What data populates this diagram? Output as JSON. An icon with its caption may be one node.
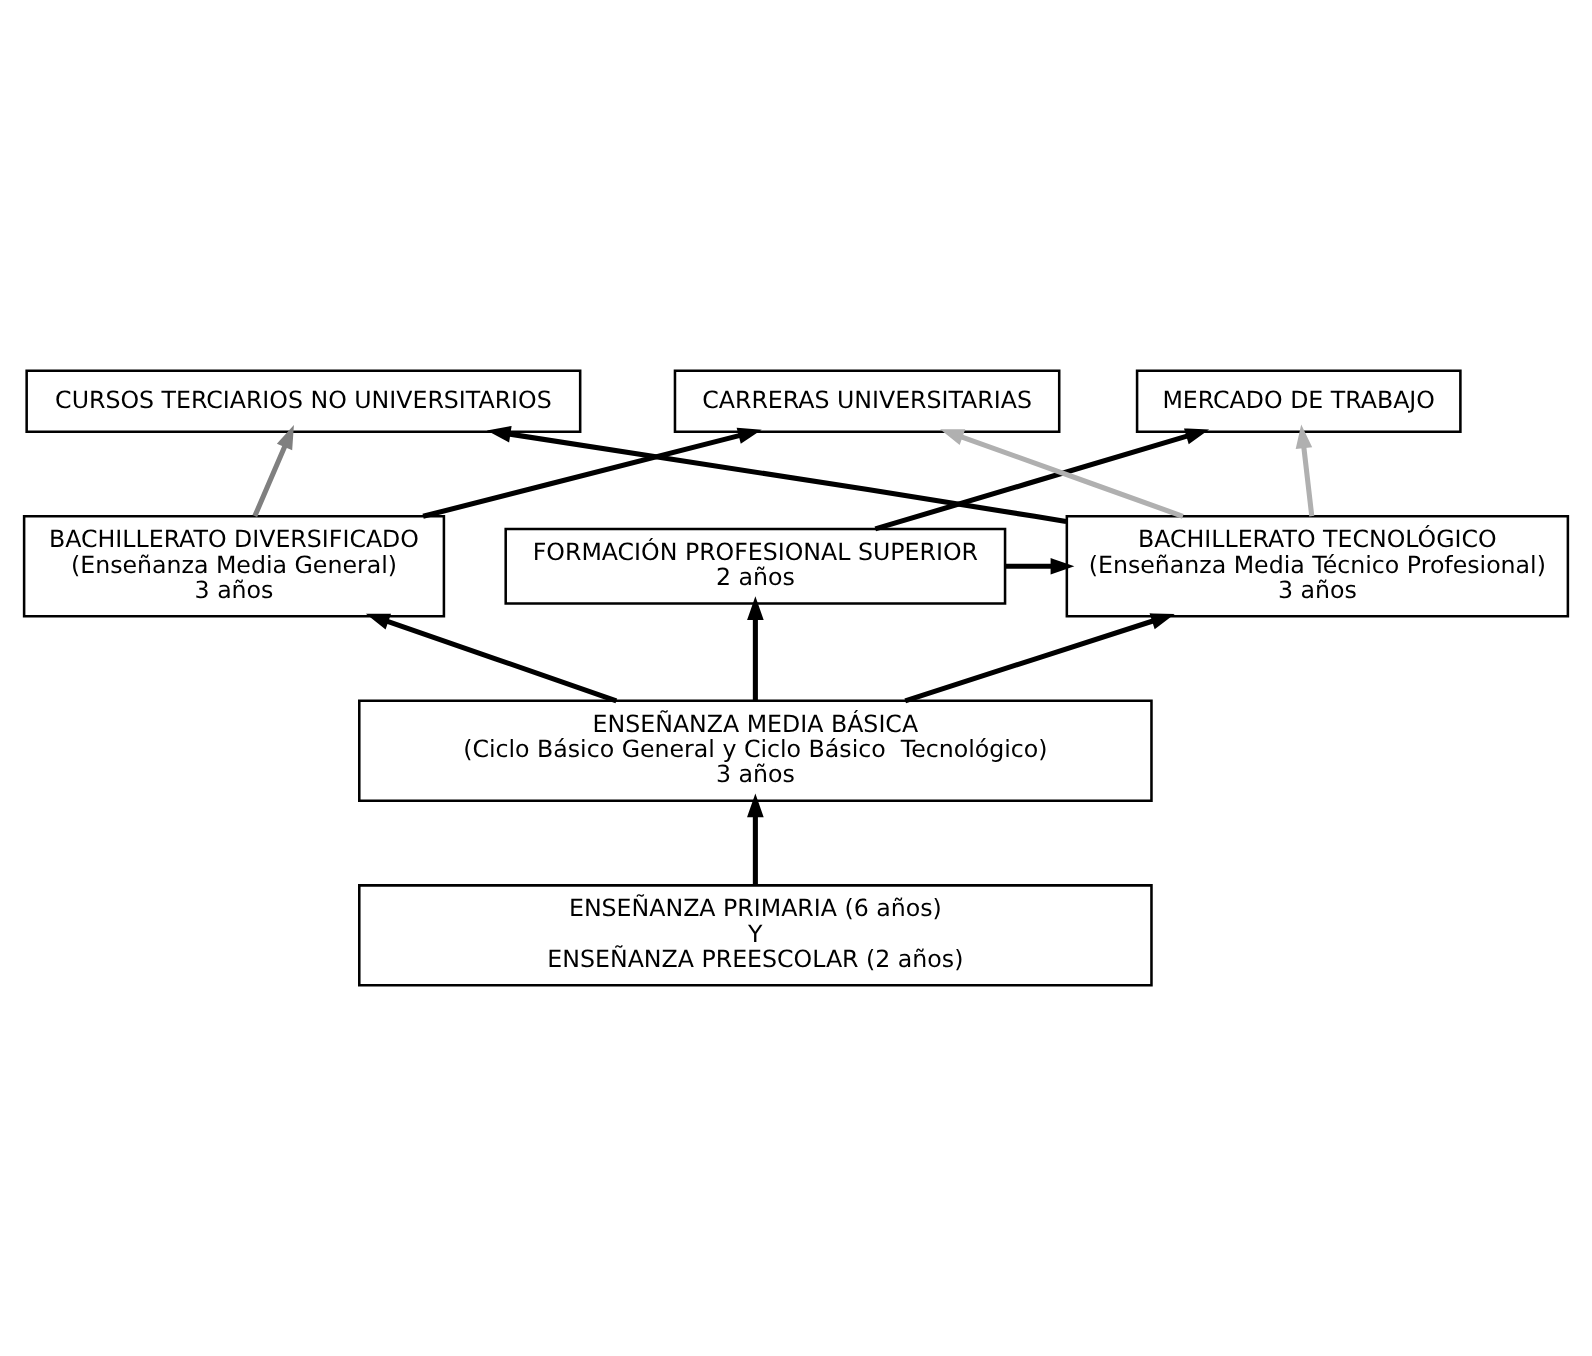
{
  "diagram": {
    "nodes": [
      {
        "text": [
          "CARRERAS UNIVERSITARIAS"
        ]
      },
      {
        "text": [
          "MERCADO DE TRABAJO"
        ]
      },
      {
        "text": [
          "CURSOS TERCIARIOS NO UNIVERSITARIOS"
        ]
      },
      {
        "text": [
          "BACHILLERATO DIVERSIFICADO",
          "(Enseñanza Media General)",
          "3 años"
        ]
      },
      {
        "text": [
          "FORMACIÓN PROFESIONAL SUPERIOR",
          "2 años"
        ]
      },
      {
        "text": [
          "BACHILLERATO TECNOLÓGICO",
          "(Enseñanza Media Técnico Profesional)",
          "3 años"
        ]
      },
      {
        "text": [
          "ENSEÑANZA MEDIA BÁSICA",
          "(Ciclo Básico General y Ciclo Básico  Tecnológico)",
          "3 años"
        ]
      },
      {
        "text": [
          "ENSEÑANZA PRIMARIA (6 años)",
          "Y",
          "ENSEÑANZA PREESCOLAR (2 años)"
        ]
      }
    ],
    "edges": [
      {
        "from": 7,
        "to": 6,
        "arrow": "to"
      },
      {
        "from": 6,
        "to": 3,
        "arrow": "to"
      },
      {
        "from": 6,
        "to": 4,
        "arrow": "to"
      },
      {
        "from": 6,
        "to": 5,
        "arrow": "to"
      },
      {
        "from": 3,
        "to": 0,
        "arrow": "to"
      },
      {
        "from": 4,
        "to": 1,
        "arrow": "to"
      },
      {
        "from": 4,
        "to": 5,
        "arrow": "to"
      },
      {
        "from": 5,
        "to": 2,
        "arrow": "to"
      },
      {
        "from": 3,
        "to": 2,
        "arrow": "to",
        "color": "#808080"
      },
      {
        "from": 5,
        "to": 0,
        "arrow": "to",
        "color": "#b0b0b0"
      },
      {
        "from": 5,
        "to": 1,
        "arrow": "to",
        "color": "#b0b0b0"
      }
    ]
  }
}
